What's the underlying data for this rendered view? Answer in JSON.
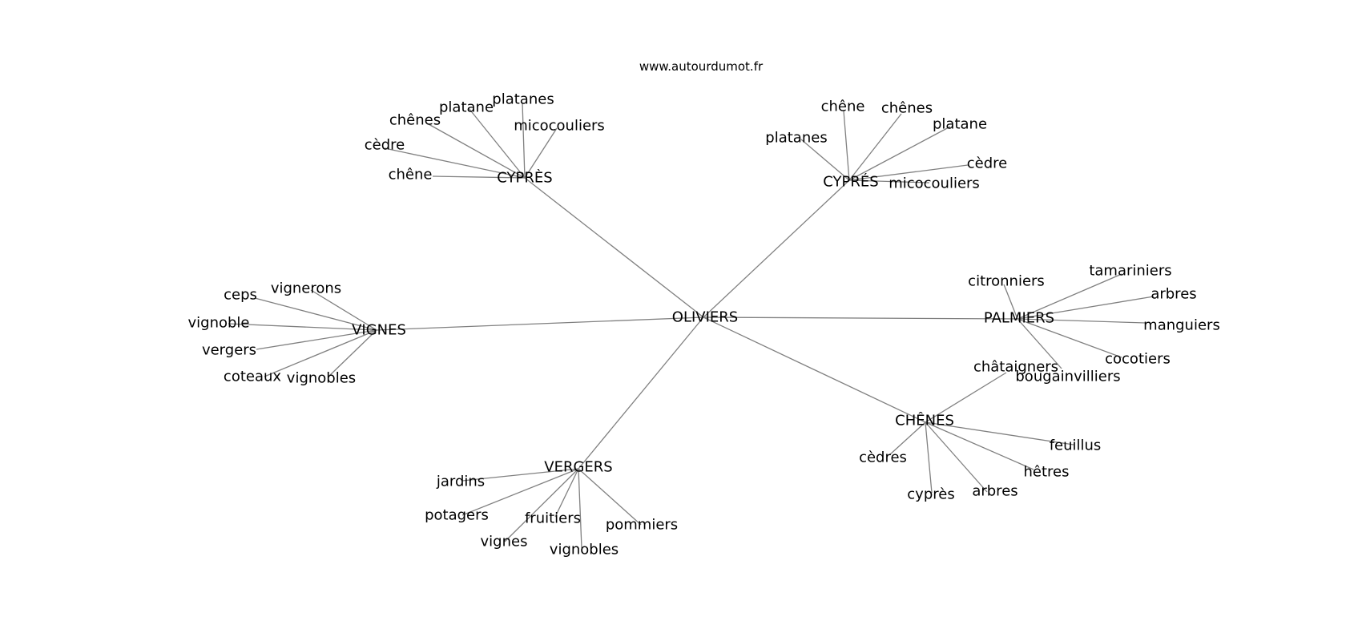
{
  "title": "www.autourdumot.fr",
  "graph": {
    "center": "OLIVIERS",
    "edge_color": "#808080",
    "text_color": "#000000",
    "hubs": [
      {
        "id": "cypres_left",
        "label": "CYPRÈS",
        "leaves": [
          "chêne",
          "cèdre",
          "chênes",
          "platane",
          "platanes",
          "micocouliers"
        ]
      },
      {
        "id": "cypres_right",
        "label": "CYPRÉS",
        "leaves": [
          "platanes",
          "chêne",
          "chênes",
          "platane",
          "cèdre",
          "micocouliers"
        ]
      },
      {
        "id": "vignes",
        "label": "VIGNES",
        "leaves": [
          "ceps",
          "vignerons",
          "vignoble",
          "vergers",
          "coteaux",
          "vignobles"
        ]
      },
      {
        "id": "palmiers",
        "label": "PALMIERS",
        "leaves": [
          "citronniers",
          "tamariniers",
          "arbres",
          "manguiers",
          "cocotiers",
          "bougainvilliers"
        ]
      },
      {
        "id": "chenes",
        "label": "CHÊNES",
        "leaves": [
          "châtaigners",
          "feuillus",
          "hêtres",
          "arbres",
          "cyprès",
          "cèdres"
        ]
      },
      {
        "id": "vergers",
        "label": "VERGERS",
        "leaves": [
          "jardins",
          "potagers",
          "vignes",
          "fruitiers",
          "vignobles",
          "pommiers"
        ]
      }
    ]
  }
}
